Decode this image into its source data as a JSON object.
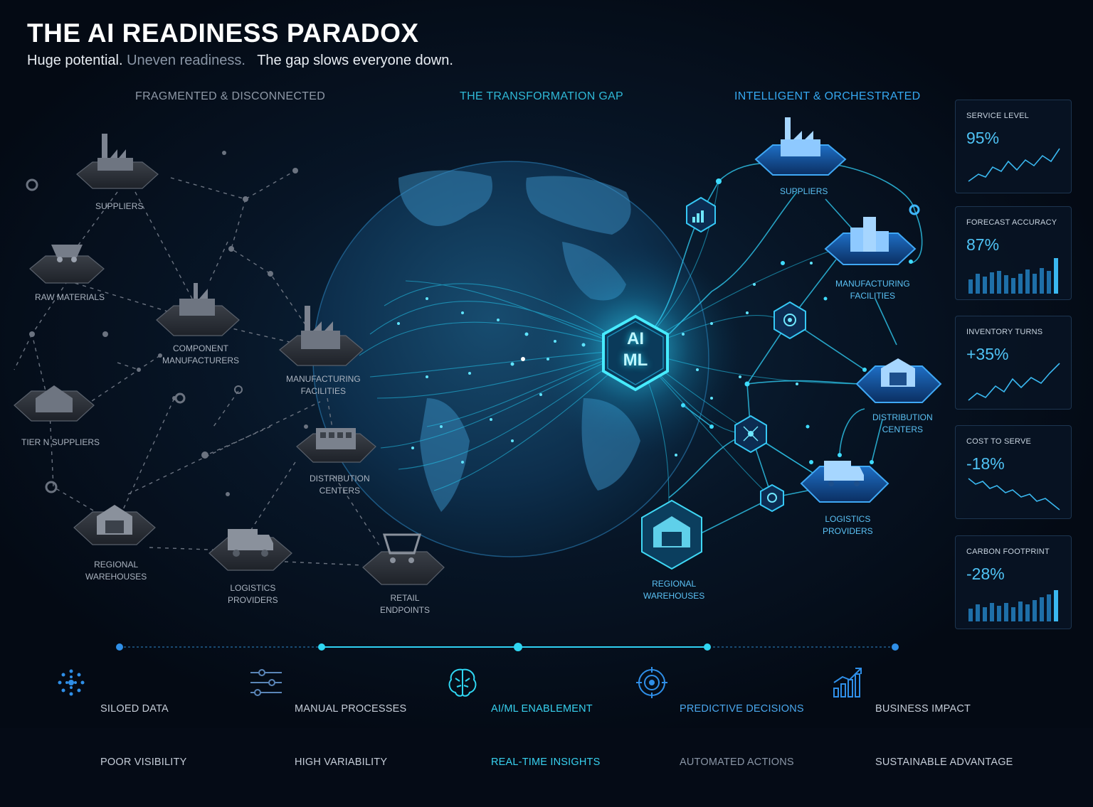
{
  "header": {
    "title": "THE AI READINESS PARADOX",
    "subtitle_part1": "Huge potential. ",
    "subtitle_part2": "Uneven readiness.",
    "subtitle_part3": "   The gap slows everyone down."
  },
  "sections": {
    "left": "FRAGMENTED & DISCONNECTED",
    "middle": "THE TRANSFORMATION GAP",
    "right": "INTELLIGENT & ORCHESTRATED"
  },
  "left_nodes": {
    "suppliers": "SUPPLIERS",
    "raw_materials": "RAW MATERIALS",
    "component_manufacturers": "COMPONENT\nMANUFACTURERS",
    "manufacturing_facilities": "MANUFACTURING\nFACILITIES",
    "tier_n_suppliers": "TIER N SUPPLIERS",
    "distribution_centers": "DISTRIBUTION\nCENTERS",
    "regional_warehouses": "REGIONAL\nWAREHOUSES",
    "logistics_providers": "LOGISTICS\nPROVIDERS",
    "retail_endpoints": "RETAIL\nENDPOINTS"
  },
  "hub": {
    "line1": "AI",
    "line2": "ML"
  },
  "right_nodes": {
    "suppliers": "SUPPLIERS",
    "manufacturing_facilities": "MANUFACTURING\nFACILITIES",
    "distribution_centers": "DISTRIBUTION\nCENTERS",
    "logistics_providers": "LOGISTICS\nPROVIDERS",
    "regional_warehouses": "REGIONAL\nWAREHOUSES"
  },
  "kpis": [
    {
      "label": "SERVICE LEVEL",
      "value": "95%",
      "chart": "line-up"
    },
    {
      "label": "FORECAST ACCURACY",
      "value": "87%",
      "chart": "bars"
    },
    {
      "label": "INVENTORY TURNS",
      "value": "+35%",
      "chart": "line-up"
    },
    {
      "label": "COST TO SERVE",
      "value": "-18%",
      "chart": "line-down"
    },
    {
      "label": "CARBON FOOTPRINT",
      "value": "-28%",
      "chart": "bars"
    }
  ],
  "features": [
    {
      "line1": "SILOED DATA",
      "line2": "POOR VISIBILITY",
      "icon": "scatter-dots-icon",
      "color1": "#c5cdd8",
      "color2": "#c5cdd8"
    },
    {
      "line1": "MANUAL PROCESSES",
      "line2": "HIGH VARIABILITY",
      "icon": "sliders-icon",
      "color1": "#c5cdd8",
      "color2": "#c5cdd8"
    },
    {
      "line1": "AI/ML ENABLEMENT",
      "line2": "REAL-TIME INSIGHTS",
      "icon": "brain-icon",
      "color1": "#38d2f0",
      "color2": "#38d2f0"
    },
    {
      "line1": "PREDICTIVE DECISIONS",
      "line2": "AUTOMATED ACTIONS",
      "icon": "target-icon",
      "color1": "#4aa8ee",
      "color2": "#8a96a6"
    },
    {
      "line1": "BUSINESS IMPACT",
      "line2": "SUSTAINABLE ADVANTAGE",
      "icon": "growth-chart-icon",
      "color1": "#c5cdd8",
      "color2": "#c5cdd8"
    }
  ],
  "colors": {
    "background": "#050b16",
    "accent_cyan": "#2fd6f2",
    "accent_blue": "#2f8fe8",
    "muted_gray": "#8e98a6"
  }
}
